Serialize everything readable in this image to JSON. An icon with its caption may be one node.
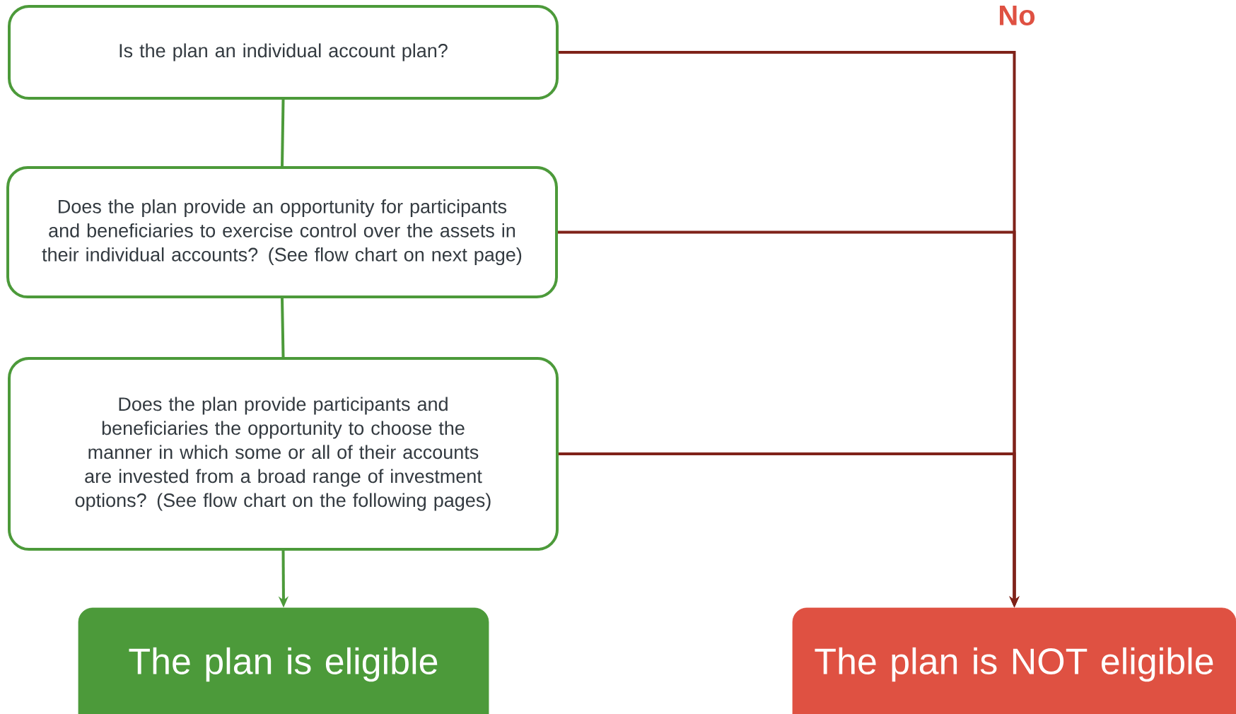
{
  "diagram": {
    "nodes": [
      {
        "text": [
          "Is the plan an individual account plan?"
        ]
      },
      {
        "text": [
          "Does the plan provide an opportunity for participants and beneficiaries to exercise control over the assets in their individual accounts? (See flow chart on next page)"
        ]
      },
      {
        "text": [
          "Does the plan provide participants and beneficiaries the opportunity to choose the manner in which some or all of their accounts are invested from a broad range of investment options? (See flow chart on the following pages)"
        ]
      },
      {
        "text": [
          "The plan is eligible"
        ]
      },
      {
        "text": [
          "The plan is NOT eligible"
        ]
      }
    ],
    "edges": [
      {
        "from": 0,
        "to": 1,
        "arrow": "none"
      },
      {
        "from": 1,
        "to": 2,
        "arrow": "none"
      },
      {
        "from": 2,
        "to": 3,
        "arrow": "to"
      },
      {
        "from": 0,
        "to": 4,
        "arrow": "to",
        "color": "#7f2219"
      },
      {
        "from": 1,
        "to": 4,
        "arrow": "to",
        "color": "#7f2219"
      },
      {
        "from": 2,
        "to": 4,
        "arrow": "to",
        "color": "#7f2219"
      }
    ],
    "labels": [
      "No"
    ]
  }
}
